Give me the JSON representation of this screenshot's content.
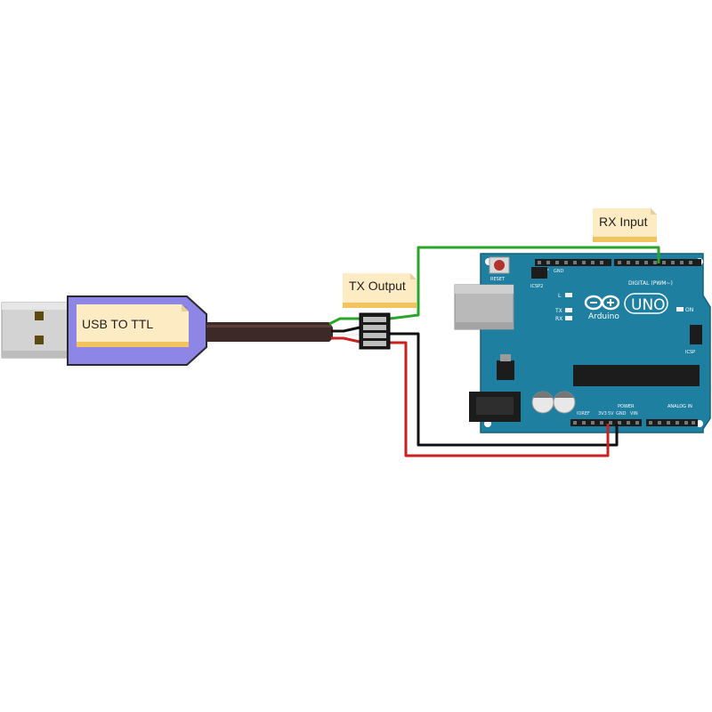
{
  "labels": {
    "adapter": "USB TO TTL",
    "tx": "TX Output",
    "rx": "RX Input"
  },
  "board": {
    "reset": "RESET",
    "icsp2": "ICSP2",
    "icsp": "ICSP",
    "led_l": "L",
    "led_tx": "TX",
    "led_rx": "RX",
    "on": "ON",
    "brand": "Arduino",
    "model": "UNO",
    "digital": "DIGITAL (PWM~)",
    "power": "POWER",
    "analog": "ANALOG IN",
    "aref": "AREF",
    "gnd": "GND",
    "ioref": "IOREF",
    "pin_5v": "5V",
    "pin_3v3": "3V3",
    "pin_vin": "VIN"
  },
  "colors": {
    "board": "#1e7fa0",
    "adapter": "#8d86e6",
    "wire_tx": "#2aa52a",
    "wire_gnd": "#111111",
    "wire_vcc": "#cc1f1f",
    "note": "#fdebc4"
  }
}
